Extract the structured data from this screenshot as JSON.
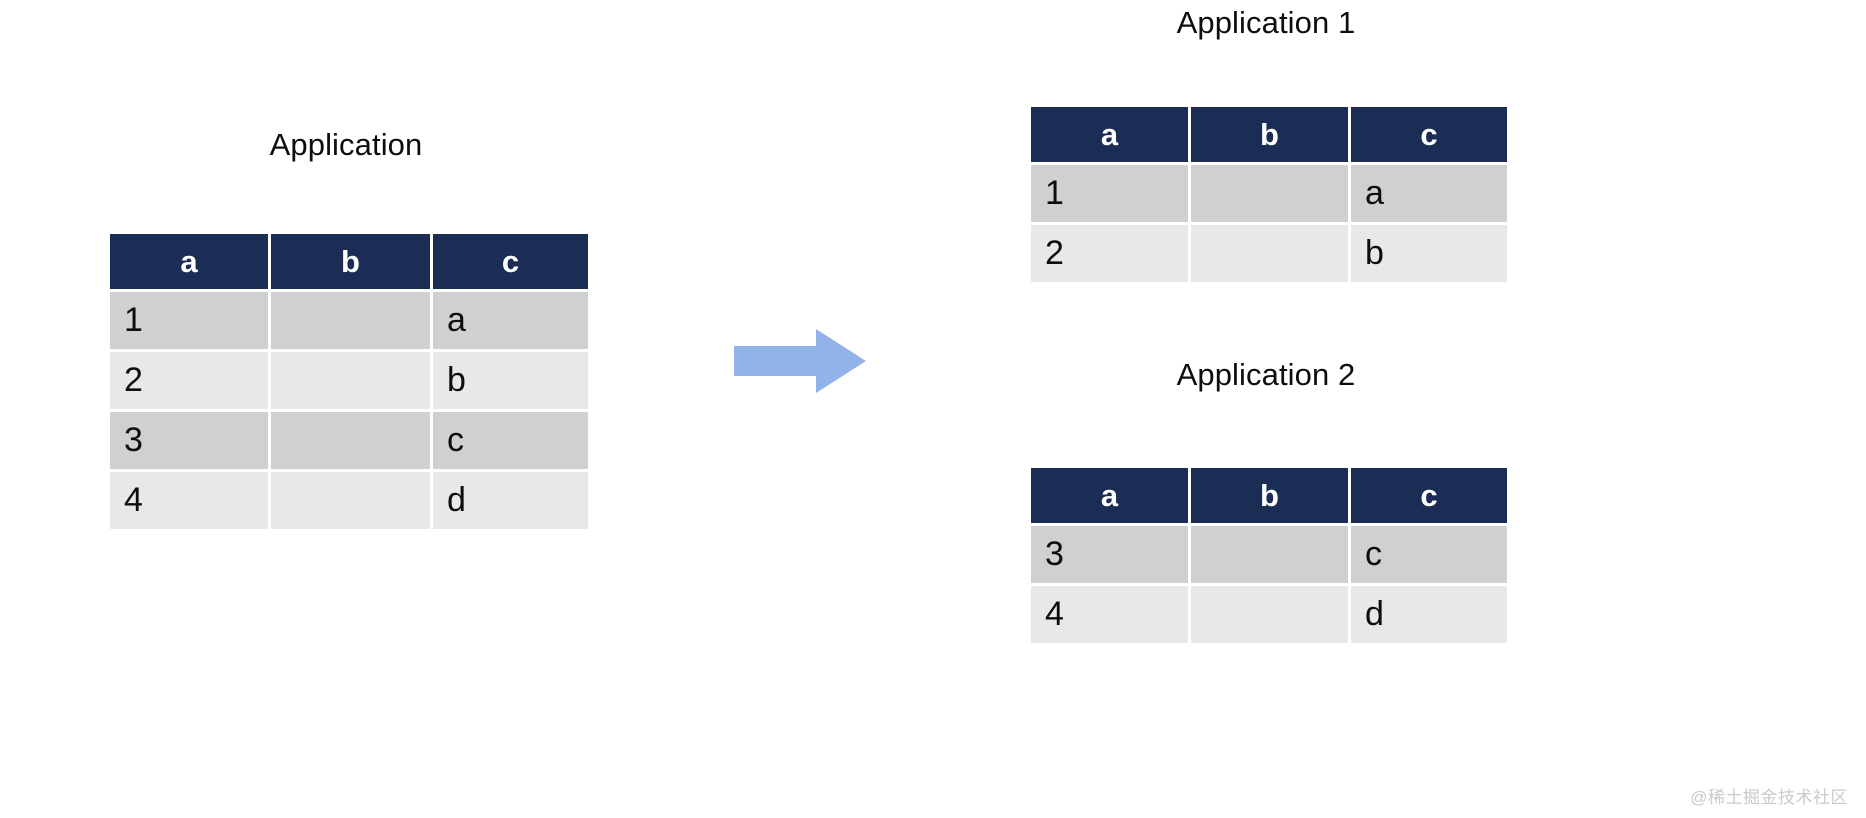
{
  "colors": {
    "header_navy": "#1c2d55",
    "row_dark": "#cfd0d2",
    "row_light": "#e8e8e9",
    "arrow_blue": "#92b2ea",
    "background": "#ffffff",
    "watermark_gray": "#c9cacc"
  },
  "source": {
    "title": "Application",
    "columns": [
      "a",
      "b",
      "c"
    ],
    "rows": [
      {
        "a": "1",
        "b": "",
        "c": "a"
      },
      {
        "a": "2",
        "b": "",
        "c": "b"
      },
      {
        "a": "3",
        "b": "",
        "c": "c"
      },
      {
        "a": "4",
        "b": "",
        "c": "d"
      }
    ]
  },
  "destinations": [
    {
      "title": "Application 1",
      "columns": [
        "a",
        "b",
        "c"
      ],
      "rows": [
        {
          "a": "1",
          "b": "",
          "c": "a"
        },
        {
          "a": "2",
          "b": "",
          "c": "b"
        }
      ]
    },
    {
      "title": "Application 2",
      "columns": [
        "a",
        "b",
        "c"
      ],
      "rows": [
        {
          "a": "3",
          "b": "",
          "c": "c"
        },
        {
          "a": "4",
          "b": "",
          "c": "d"
        }
      ]
    }
  ],
  "arrow": {
    "icon": "arrow-right-icon",
    "direction": "right"
  },
  "watermark": {
    "text": "@稀土掘金技术社区"
  }
}
